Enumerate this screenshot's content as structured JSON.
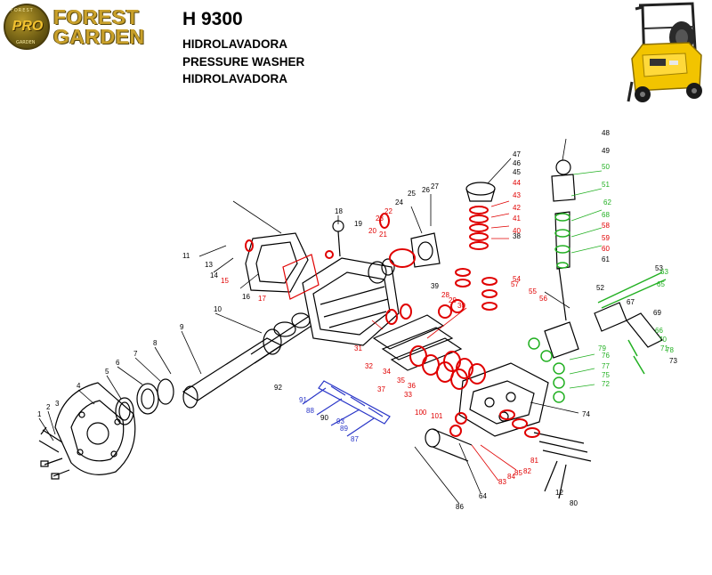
{
  "brand": {
    "badge_ring_top": "FOREST",
    "badge_center": "PRO",
    "badge_ring_bottom": "GARDEN",
    "line1": "FOREST",
    "line2": "GARDEN"
  },
  "header": {
    "model": "H 9300",
    "line1": "HIDROLAVADORA",
    "line2": "PRESSURE WASHER",
    "line3": "HIDROLAVADORA"
  },
  "colors": {
    "brand_gold": "#c9a02a",
    "part_black": "#000000",
    "part_red": "#e00000",
    "part_green": "#22b022",
    "part_blue": "#2a36c8"
  },
  "callouts_black": [
    "1",
    "2",
    "3",
    "4",
    "5",
    "6",
    "7",
    "8",
    "9",
    "10",
    "11",
    "12",
    "13",
    "14",
    "16",
    "18",
    "19",
    "24",
    "25",
    "26",
    "27",
    "38",
    "39",
    "45",
    "46",
    "47",
    "48",
    "49",
    "52",
    "53",
    "61",
    "64",
    "67",
    "69",
    "73",
    "74",
    "80",
    "86",
    "90",
    "92"
  ],
  "callouts_red": [
    "15",
    "17",
    "20",
    "21",
    "22",
    "23",
    "28",
    "29",
    "30",
    "31",
    "32",
    "33",
    "34",
    "35",
    "36",
    "37",
    "40",
    "41",
    "42",
    "43",
    "44",
    "54",
    "55",
    "56",
    "57",
    "58",
    "59",
    "60",
    "81",
    "82",
    "83",
    "84",
    "85",
    "100",
    "101"
  ],
  "callouts_green": [
    "50",
    "51",
    "62",
    "63",
    "65",
    "66",
    "68",
    "70",
    "71",
    "72",
    "75",
    "76",
    "77",
    "78",
    "79"
  ],
  "callouts_blue": [
    "87",
    "88",
    "89",
    "91",
    "93"
  ]
}
